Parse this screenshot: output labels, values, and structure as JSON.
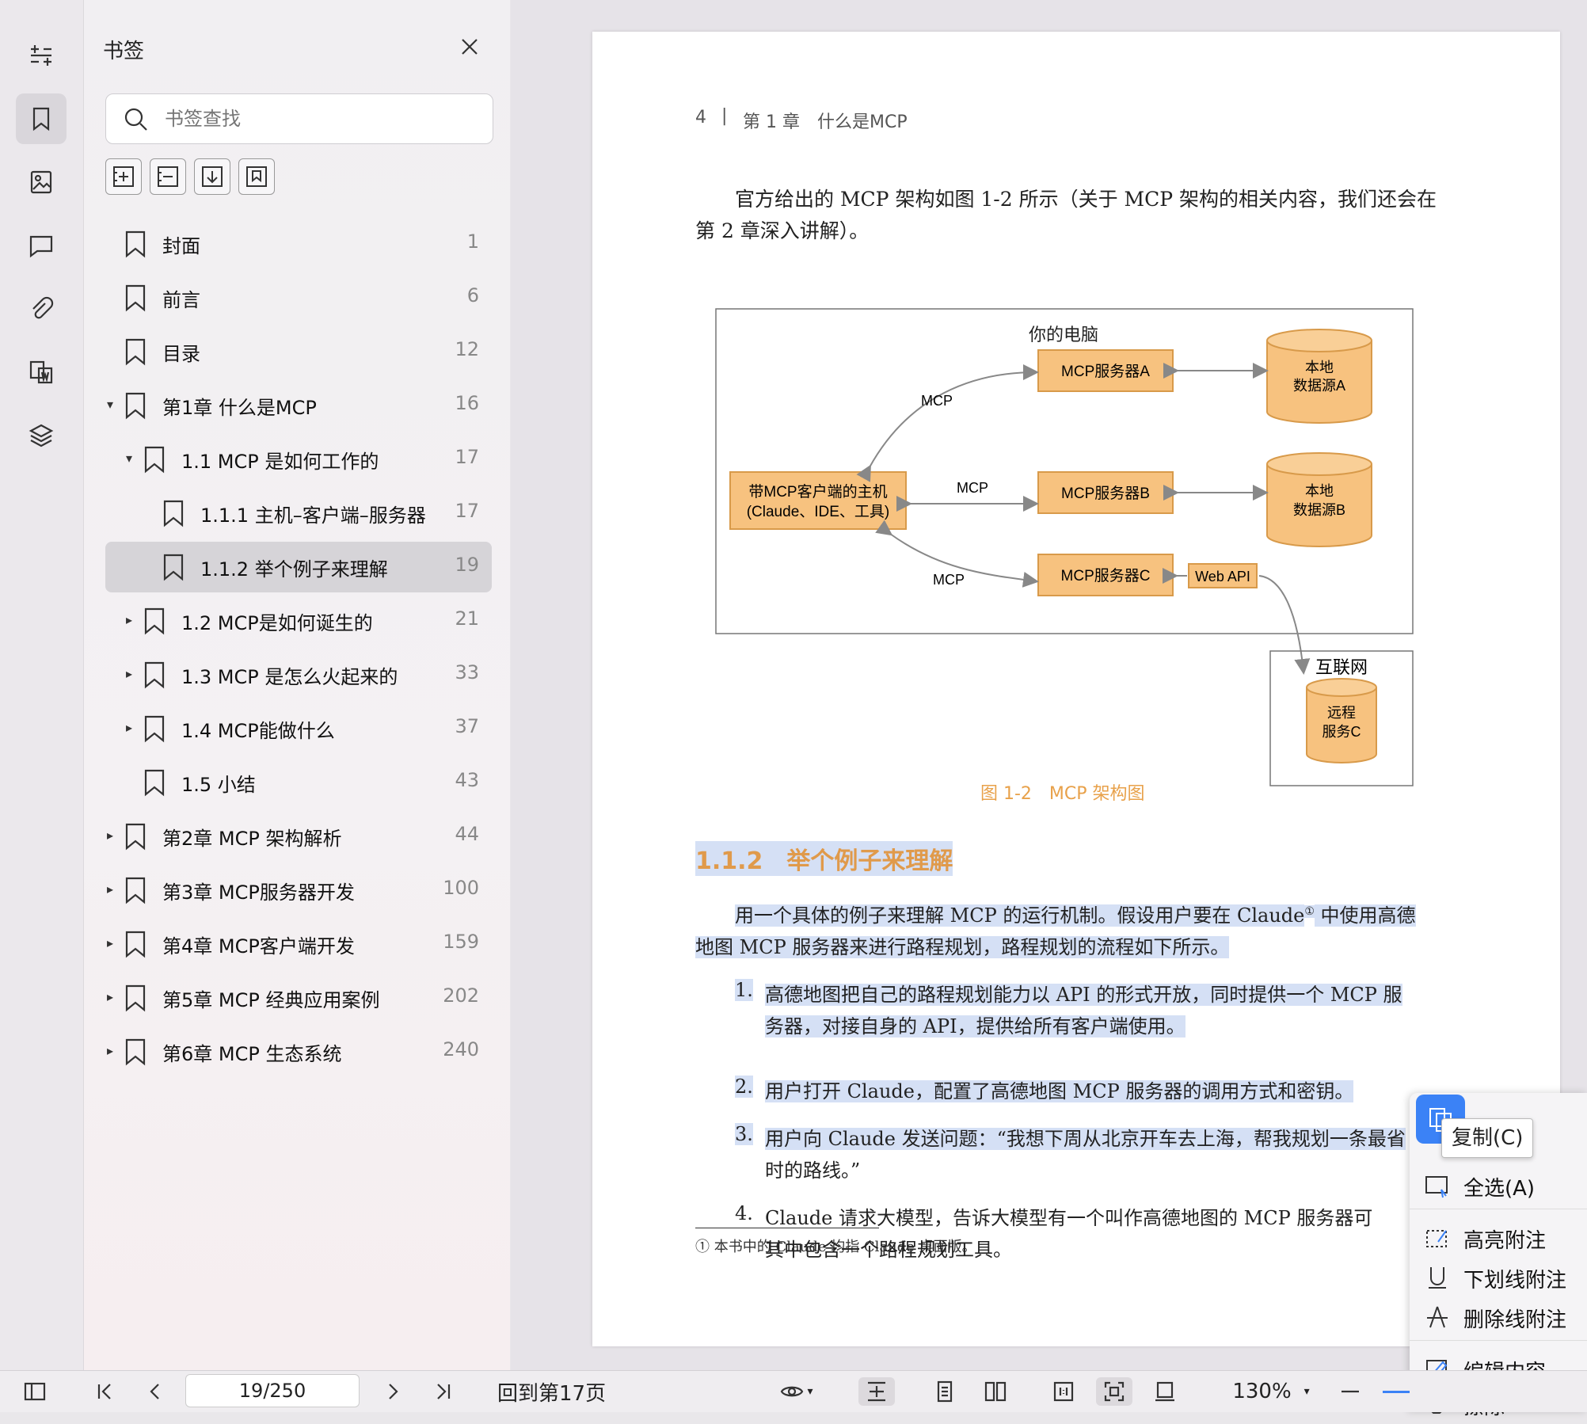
{
  "sidebar": {
    "title": "书签",
    "search_placeholder": "书签查找",
    "bookmarks": [
      {
        "label": "封面",
        "page": "1"
      },
      {
        "label": "前言",
        "page": "6"
      },
      {
        "label": "目录",
        "page": "12"
      },
      {
        "label": "第1章 什么是MCP",
        "page": "16"
      },
      {
        "label": "1.1 MCP 是如何工作的",
        "page": "17"
      },
      {
        "label": "1.1.1 主机–客户端–服务器",
        "page": "17"
      },
      {
        "label": "1.1.2 举个例子来理解",
        "page": "19"
      },
      {
        "label": "1.2 MCP是如何诞生的",
        "page": "21"
      },
      {
        "label": "1.3 MCP 是怎么火起来的",
        "page": "33"
      },
      {
        "label": "1.4 MCP能做什么",
        "page": "37"
      },
      {
        "label": "1.5 小结",
        "page": "43"
      },
      {
        "label": "第2章 MCP 架构解析",
        "page": "44"
      },
      {
        "label": "第3章 MCP服务器开发",
        "page": "100"
      },
      {
        "label": "第4章 MCP客户端开发",
        "page": "159"
      },
      {
        "label": "第5章 MCP 经典应用案例",
        "page": "202"
      },
      {
        "label": "第6章 MCP 生态系统",
        "page": "240"
      }
    ]
  },
  "document": {
    "header_num": "4",
    "header_sep": "|",
    "header_title": "第 1 章　什么是MCP",
    "intro": "官方给出的 MCP 架构如图 1-2 所示（关于 MCP 架构的相关内容，我们还会在",
    "intro2": "第 2 章深入讲解）。",
    "diagram": {
      "title": "你的电脑",
      "host_line1": "带MCP客户端的主机",
      "host_line2": "(Claude、IDE、工具)",
      "server_a": "MCP服务器A",
      "server_b": "MCP服务器B",
      "server_c": "MCP服务器C",
      "data_a1": "本地",
      "data_a2": "数据源A",
      "data_b1": "本地",
      "data_b2": "数据源B",
      "mcp1": "MCP",
      "mcp2": "MCP",
      "mcp3": "MCP",
      "webapi": "Web API",
      "internet": "互联网",
      "remote1": "远程",
      "remote2": "服务C"
    },
    "caption": "图 1-2　MCP 架构图",
    "section_heading": "1.1.2　举个例子来理解",
    "para1a": "用一个具体的例子来理解 MCP 的运行机制。假设用户要在 Claude",
    "para1_sup": "①",
    "para1b": " 中使用高德",
    "para1c": "地图 MCP 服务器来进行路程规划，路程规划的流程如下所示。",
    "list": [
      {
        "num": "1.",
        "line1": "高德地图把自己的路程规划能力以 API 的形式开放，同时提供一个 MCP 服",
        "line2": "务器，对接自身的 API，提供给所有客户端使用。"
      },
      {
        "num": "2.",
        "line1": "用户打开 Claude，配置了高德地图 MCP 服务器的调用方式和密钥。",
        "line2": ""
      },
      {
        "num": "3.",
        "line1": "用户向 Claude 发送问题：“我想下周从北京开车去上海，帮我规划一条最省",
        "line2": "时的路线。”"
      },
      {
        "num": "4.",
        "line1": "Claude 请求大模型，告诉大模型有一个叫作高德地图的 MCP 服务器可",
        "line2": "其中包含一个路程规划工具。"
      }
    ],
    "footnote": "① 本书中的 Claude 均指 Claude 桌面版。"
  },
  "context_menu": {
    "copy": "复制(C)",
    "select_all": "全选(A)",
    "highlight": "高亮附注",
    "underline": "下划线附注",
    "strikeout": "删除线附注",
    "edit": "编辑内容",
    "erase": "擦除"
  },
  "bottombar": {
    "page_input": "19/250",
    "back_to": "回到第17页",
    "zoom": "130%"
  },
  "colors": {
    "box_fill": "#f7c27f",
    "box_stroke": "#d89a4a",
    "caption": "#e8a14a",
    "heading": "#e09a4b",
    "selection": "#d5e0f5"
  }
}
